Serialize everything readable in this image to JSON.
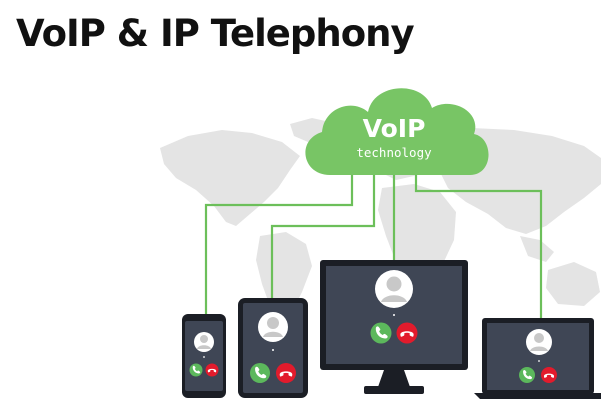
{
  "header": {
    "title": "VoIP & IP Telephony"
  },
  "cloud": {
    "title": "VoIP",
    "subtitle": "technology"
  },
  "colors": {
    "accent_green": "#6cbf5a",
    "cloud_green": "#78c565",
    "map_gray": "#e4e4e4",
    "device_body": "#1b1e25",
    "device_screen": "#3f4655",
    "accept_green": "#5cb85c",
    "decline_red": "#e21b2c"
  },
  "devices": [
    {
      "type": "smartphone",
      "icons": [
        "avatar-icon",
        "accept-call-icon",
        "decline-call-icon"
      ]
    },
    {
      "type": "tablet",
      "icons": [
        "avatar-icon",
        "accept-call-icon",
        "decline-call-icon"
      ]
    },
    {
      "type": "desktop-monitor",
      "icons": [
        "avatar-icon",
        "accept-call-icon",
        "decline-call-icon"
      ]
    },
    {
      "type": "laptop",
      "icons": [
        "avatar-icon",
        "accept-call-icon",
        "decline-call-icon"
      ]
    }
  ]
}
